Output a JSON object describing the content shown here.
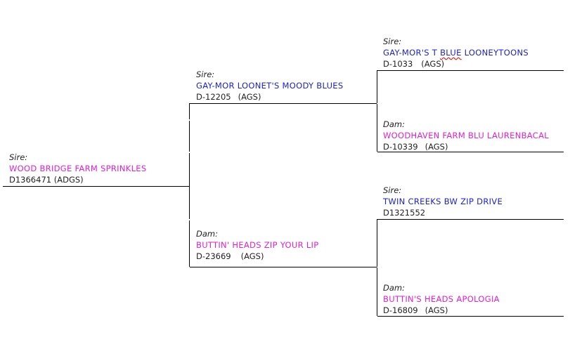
{
  "subject": {
    "role": "Sire:",
    "name": "WOOD BRIDGE FARM SPRINKLES",
    "reg": "D1366471",
    "assoc": "(ADGS)"
  },
  "sire": {
    "role": "Sire:",
    "name": "GAY-MOR LOONET'S MOODY BLUES",
    "reg": "D-12205",
    "assoc": "(AGS)"
  },
  "dam": {
    "role": "Dam:",
    "name": "BUTTIN' HEADS ZIP YOUR LIP",
    "reg": "D-23669",
    "assoc": "(AGS)"
  },
  "sire_sire": {
    "role": "Sire:",
    "name_pre": "GAY-MOR'S T ",
    "name_spell": "BLUE",
    "name_post": " LOONEYTOONS",
    "reg": "D-1033",
    "assoc": "(AGS)"
  },
  "sire_dam": {
    "role": "Dam:",
    "name": "WOODHAVEN FARM BLU LAURENBACAL",
    "reg": "D-10339",
    "assoc": "(AGS)"
  },
  "dam_sire": {
    "role": "Sire:",
    "name": "TWIN CREEKS BW ZIP DRIVE",
    "reg": "D1321552"
  },
  "dam_dam": {
    "role": "Dam:",
    "name": "BUTTIN'S HEADS APOLOGIA",
    "reg": "D-16809",
    "assoc": "(AGS)"
  },
  "colors": {
    "male_name": "#1d22cc",
    "female_name": "#e020d0",
    "lines": "#000000"
  }
}
